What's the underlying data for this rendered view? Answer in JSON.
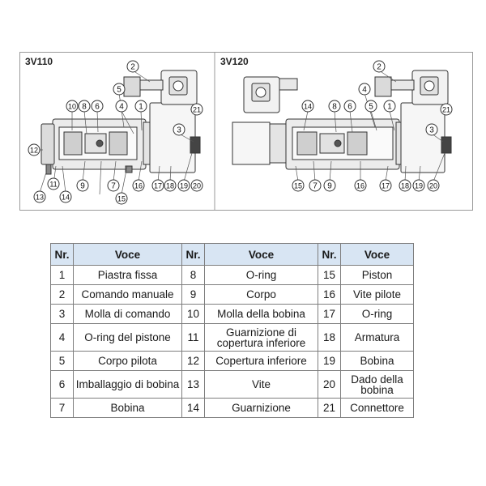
{
  "diagram": {
    "panels": [
      {
        "title": "3V110",
        "callouts": [
          "2",
          "10",
          "8",
          "6",
          "4",
          "1",
          "5",
          "21",
          "3",
          "12",
          "11",
          "14",
          "9",
          "7",
          "16",
          "15",
          "17",
          "18",
          "19",
          "20",
          "13"
        ]
      },
      {
        "title": "3V120",
        "callouts": [
          "2",
          "14",
          "8",
          "6",
          "4",
          "5",
          "1",
          "21",
          "3",
          "15",
          "7",
          "9",
          "16",
          "17",
          "18",
          "19",
          "20"
        ]
      }
    ]
  },
  "table": {
    "headers": [
      "Nr.",
      "Voce",
      "Nr.",
      "Voce",
      "Nr.",
      "Voce"
    ],
    "rows": [
      [
        "1",
        "Piastra fissa",
        "8",
        "O-ring",
        "15",
        "Piston"
      ],
      [
        "2",
        "Comando manuale",
        "9",
        "Corpo",
        "16",
        "Vite pilote"
      ],
      [
        "3",
        "Molla di comando",
        "10",
        "Molla della bobina",
        "17",
        "O-ring"
      ],
      [
        "4",
        "O-ring del pistone",
        "11",
        "Guarnizione di copertura inferiore",
        "18",
        "Armatura"
      ],
      [
        "5",
        "Corpo pilota",
        "12",
        "Copertura inferiore",
        "19",
        "Bobina"
      ],
      [
        "6",
        "Imballaggio di bobina",
        "13",
        "Vite",
        "20",
        "Dado della bobina"
      ],
      [
        "7",
        "Bobina",
        "14",
        "Guarnizione",
        "21",
        "Connettore"
      ]
    ]
  }
}
